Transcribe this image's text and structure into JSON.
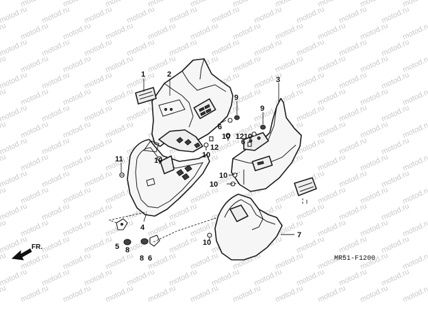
{
  "watermark": "motod.ru",
  "diagram_code": "MR51-F1200",
  "direction_label": "FR.",
  "callouts": [
    "1",
    "2",
    "3",
    "4",
    "5",
    "6",
    "7",
    "8",
    "9",
    "10",
    "11",
    "12"
  ]
}
